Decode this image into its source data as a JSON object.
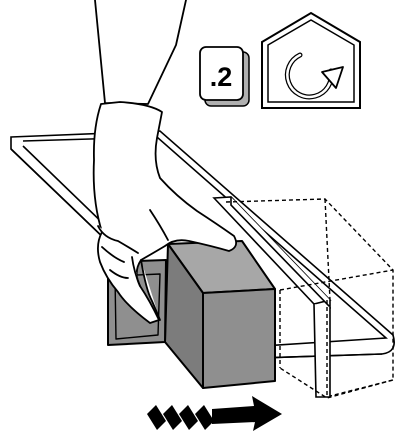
{
  "step_badge": {
    "label": ".2"
  },
  "symbols": {
    "step_badge_icon": "step-number-badge",
    "rotate_icon": "house-rotate-clockwise-icon",
    "hand": "gloved-hand",
    "direction": "motion-arrow-right"
  },
  "colors": {
    "line": "#000000",
    "background": "#ffffff",
    "module_front": "#8f8f8f",
    "module_top": "#a7a7a7",
    "module_side": "#7c7c7c",
    "badge_shadow": "#b0b0b0"
  }
}
